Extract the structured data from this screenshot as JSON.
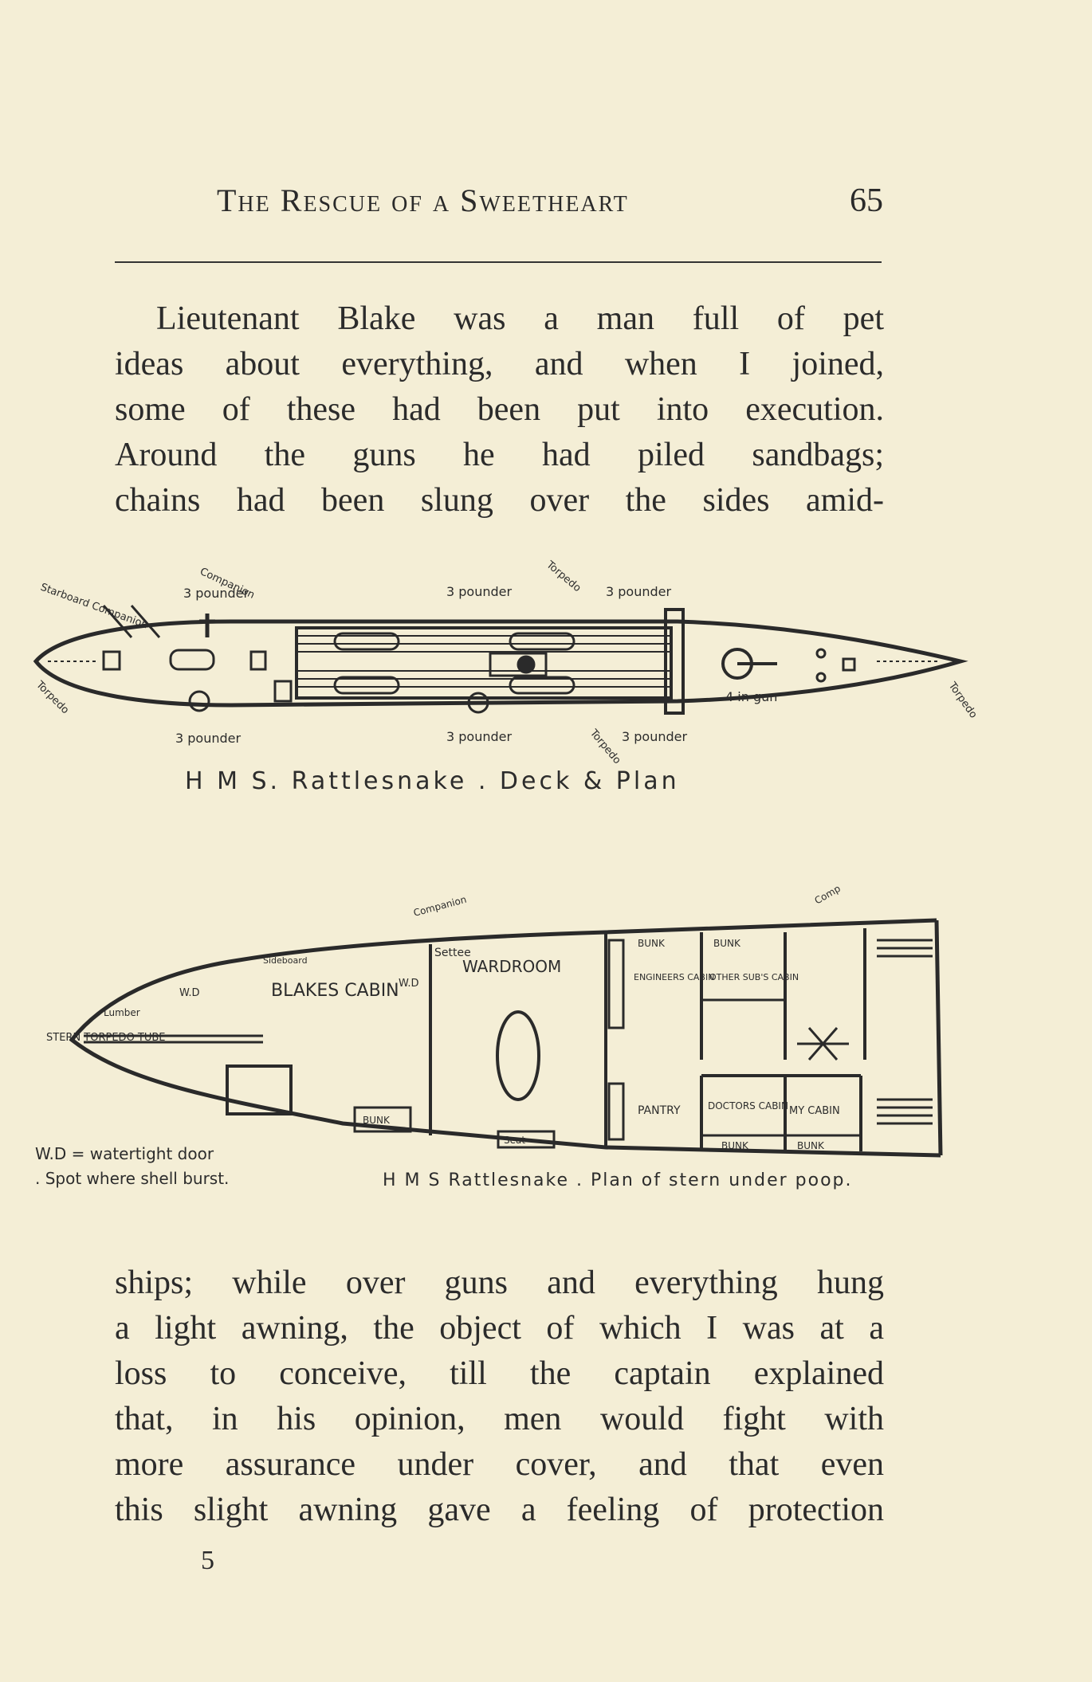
{
  "header": {
    "running_head": "The Rescue of a Sweetheart",
    "page_number": "65"
  },
  "paragraph_top": [
    "Lieutenant Blake was a man full of pet",
    "ideas about everything, and when I joined,",
    "some of these had been put into execution.",
    "Around the guns he had piled sandbags;",
    "chains had been slung over the sides amid-"
  ],
  "deck_plan": {
    "caption": "H M S. Rattlesnake . Deck & Plan",
    "labels": {
      "gun_top_1": "3 pounder",
      "gun_top_2": "3 pounder",
      "gun_top_3": "3 pounder",
      "gun_bot_1": "3 pounder",
      "gun_bot_2": "3 pounder",
      "gun_bot_3": "3 pounder",
      "gun_4in": "4 in gun",
      "torpedo_1": "Starboard Companion",
      "torpedo_2": "Companion",
      "torpedo_3": "Torpedo",
      "torpedo_4": "Torpedo",
      "torpedo_5": "Torpedo",
      "torpedo_6": "Torpedo"
    }
  },
  "stern_plan": {
    "caption": "H M S Rattlesnake . Plan of stern under poop.",
    "legend_wd": "W.D = watertight door",
    "legend_star": ". Spot where shell burst.",
    "labels": {
      "companion_1": "Companion",
      "companion_2": "Comp",
      "settee": "Settee",
      "wardroom": "WARDROOM",
      "blakes_cabin": "BLAKES CABIN",
      "wd_1": "W.D",
      "wd_2": "W.D",
      "lumber": "Lumber",
      "stern_tube": "STERN TORPEDO TUBE",
      "bunk_1": "BUNK",
      "bunk_2": "BUNK",
      "bunk_3": "BUNK",
      "bunk_4": "BUNK",
      "bunk_5": "BUNK",
      "engineers_cabin": "ENGINEERS CABIN",
      "other_subs_cabin": "OTHER SUB'S CABIN",
      "pantry": "PANTRY",
      "doctors_cabin": "DOCTORS CABIN",
      "my_cabin": "MY CABIN",
      "seat": "Seat",
      "sideboard": "Sideboard"
    }
  },
  "paragraph_bottom": [
    "ships; while over guns and everything hung",
    "a light awning, the object of which I was at a",
    "loss to conceive, till the captain explained",
    "that, in his opinion, men would fight with",
    "more assurance under cover, and that even",
    "this slight awning gave a feeling of protection"
  ],
  "signature": "5"
}
